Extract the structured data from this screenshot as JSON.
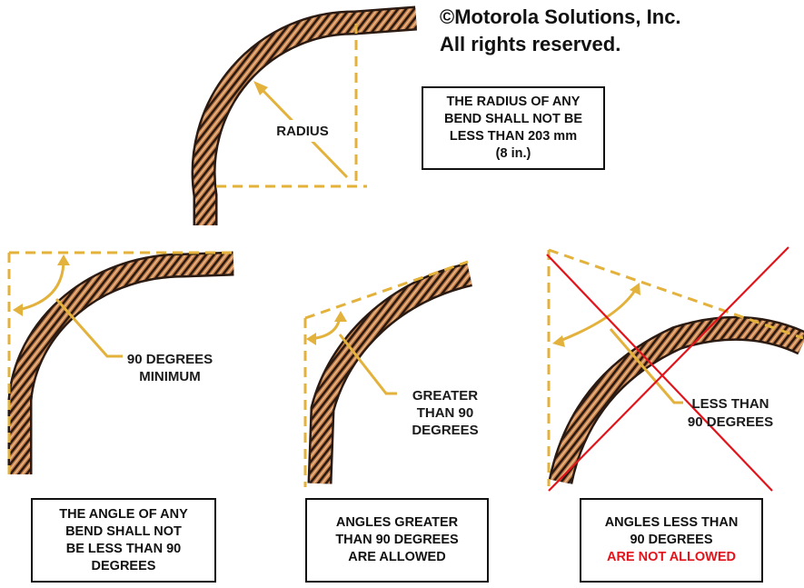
{
  "copyright": {
    "line1": "©Motorola Solutions, Inc.",
    "line2": "All rights reserved."
  },
  "top_panel": {
    "radius_label": "RADIUS",
    "rule_box": [
      "THE RADIUS OF ANY",
      "BEND SHALL NOT BE",
      "LESS THAN 203 mm",
      "(8 in.)"
    ]
  },
  "panel_left": {
    "callout": [
      "90 DEGREES",
      "MINIMUM"
    ],
    "caption": [
      "THE ANGLE OF ANY",
      "BEND SHALL NOT",
      "BE LESS THAN 90",
      "DEGREES"
    ]
  },
  "panel_middle": {
    "callout": [
      "GREATER",
      "THAN 90",
      "DEGREES"
    ],
    "caption": [
      "ANGLES GREATER",
      "THAN 90 DEGREES",
      "ARE ALLOWED"
    ]
  },
  "panel_right": {
    "callout": [
      "LESS THAN",
      "90 DEGREES"
    ],
    "caption": [
      "ANGLES LESS THAN",
      "90 DEGREES"
    ],
    "caption_warning": "ARE NOT ALLOWED"
  },
  "colors": {
    "guide_dash": "#e3b23c",
    "cable_copper": "#c8804a",
    "cable_dark": "#2a1a12",
    "forbidden_x": "#e2141b",
    "text": "#111111"
  }
}
